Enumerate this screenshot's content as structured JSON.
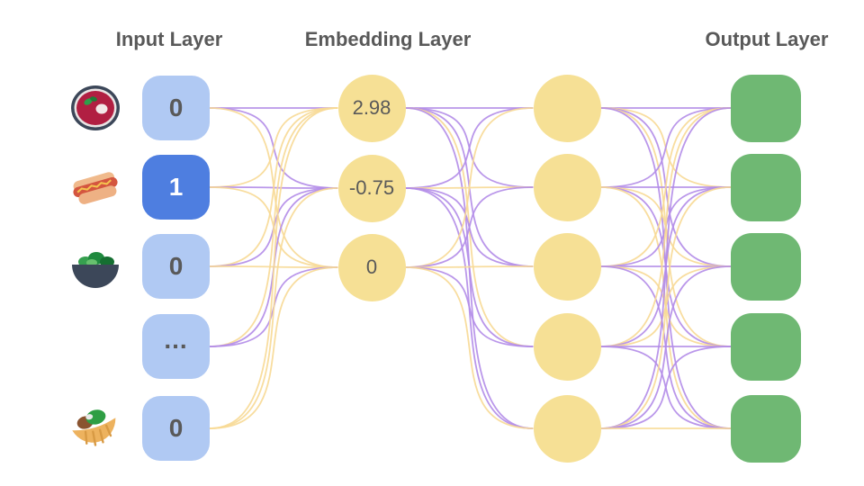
{
  "titles": {
    "input": "Input Layer",
    "embedding": "Embedding Layer",
    "output": "Output Layer"
  },
  "colors": {
    "purple": "#b28ce8",
    "yellow": "#f7d995",
    "input_active_bg": "#4e7ee0",
    "input_inactive_bg": "#b0c9f3",
    "embedding_node_fill": "#f6e095",
    "hidden_node_fill": "#f6e095",
    "output_node_fill": "#6fb873",
    "text_dark": "#595959",
    "text_on_active": "#ffffff"
  },
  "input_layer": {
    "nodes": [
      {
        "icon": "borscht-icon",
        "value": "0",
        "active": false
      },
      {
        "icon": "hotdog-icon",
        "value": "1",
        "active": true
      },
      {
        "icon": "salad-icon",
        "value": "0",
        "active": false
      },
      {
        "icon": null,
        "value": "...",
        "active": false
      },
      {
        "icon": "pita-icon",
        "value": "0",
        "active": false
      }
    ]
  },
  "embedding_layer": {
    "nodes": [
      {
        "value": "2.98"
      },
      {
        "value": "-0.75"
      },
      {
        "value": "0"
      }
    ]
  },
  "hidden_layer": {
    "count": 5
  },
  "output_layer": {
    "count": 5
  },
  "connections": {
    "input_embedding": [
      [
        1,
        1,
        "purple"
      ],
      [
        1,
        2,
        "purple"
      ],
      [
        1,
        3,
        "yellow"
      ],
      [
        2,
        1,
        "yellow"
      ],
      [
        2,
        2,
        "purple"
      ],
      [
        2,
        3,
        "yellow"
      ],
      [
        3,
        1,
        "yellow"
      ],
      [
        3,
        2,
        "purple"
      ],
      [
        3,
        3,
        "yellow"
      ],
      [
        4,
        1,
        "yellow"
      ],
      [
        4,
        2,
        "purple"
      ],
      [
        4,
        3,
        "purple"
      ],
      [
        5,
        1,
        "yellow"
      ],
      [
        5,
        2,
        "yellow"
      ],
      [
        5,
        3,
        "yellow"
      ]
    ],
    "embedding_hidden": [
      [
        1,
        1,
        "purple"
      ],
      [
        1,
        2,
        "purple"
      ],
      [
        1,
        3,
        "purple"
      ],
      [
        1,
        4,
        "yellow"
      ],
      [
        1,
        5,
        "purple"
      ],
      [
        2,
        1,
        "purple"
      ],
      [
        2,
        2,
        "yellow"
      ],
      [
        2,
        3,
        "purple"
      ],
      [
        2,
        4,
        "purple"
      ],
      [
        2,
        5,
        "purple"
      ],
      [
        3,
        1,
        "yellow"
      ],
      [
        3,
        2,
        "purple"
      ],
      [
        3,
        3,
        "yellow"
      ],
      [
        3,
        4,
        "purple"
      ],
      [
        3,
        5,
        "yellow"
      ]
    ],
    "hidden_output": [
      [
        1,
        1,
        "purple"
      ],
      [
        1,
        2,
        "yellow"
      ],
      [
        1,
        3,
        "purple"
      ],
      [
        1,
        4,
        "yellow"
      ],
      [
        1,
        5,
        "purple"
      ],
      [
        2,
        1,
        "purple"
      ],
      [
        2,
        2,
        "purple"
      ],
      [
        2,
        3,
        "yellow"
      ],
      [
        2,
        4,
        "purple"
      ],
      [
        2,
        5,
        "yellow"
      ],
      [
        3,
        1,
        "yellow"
      ],
      [
        3,
        2,
        "purple"
      ],
      [
        3,
        3,
        "purple"
      ],
      [
        3,
        4,
        "yellow"
      ],
      [
        3,
        5,
        "purple"
      ],
      [
        4,
        1,
        "yellow"
      ],
      [
        4,
        2,
        "purple"
      ],
      [
        4,
        3,
        "yellow"
      ],
      [
        4,
        4,
        "purple"
      ],
      [
        4,
        5,
        "purple"
      ],
      [
        5,
        1,
        "purple"
      ],
      [
        5,
        2,
        "yellow"
      ],
      [
        5,
        3,
        "purple"
      ],
      [
        5,
        4,
        "purple"
      ],
      [
        5,
        5,
        "yellow"
      ]
    ]
  }
}
